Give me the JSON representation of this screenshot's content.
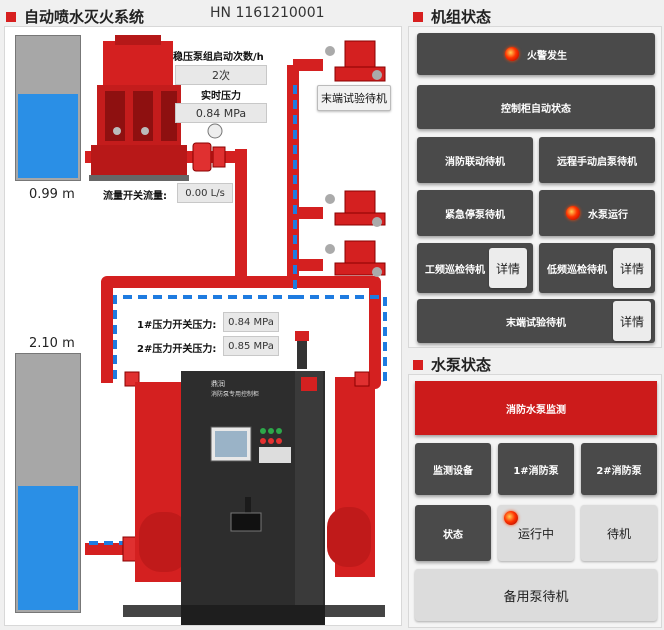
{
  "header": {
    "system_title": "自动喷水灭火系统",
    "hn_label": "HN",
    "hn_value": "1161210001",
    "unit_status_title": "机组状态",
    "pump_status_title": "水泵状态"
  },
  "diagram": {
    "tank_top_level": "0.99 m",
    "tank_bottom_level": "2.10 m",
    "stab_count_label": "稳压泵组启动次数/h",
    "stab_count_value": "2次",
    "realtime_pressure_label": "实时压力",
    "realtime_pressure_value": "0.84 MPa",
    "flow_switch_label": "流量开关流量:",
    "flow_switch_value": "0.00 L/s",
    "end_test_button": "末端试验待机",
    "p1_label": "1#压力开关压力:",
    "p1_value": "0.84 MPa",
    "p2_label": "2#压力开关压力:",
    "p2_value": "0.85 MPa",
    "cabinet_brand": "鼎润",
    "cabinet_subtitle": "消防泵专用控制柜"
  },
  "unit_status": {
    "fire_alarm": "火警发生",
    "auto_state": "控制柜自动状态",
    "linkage_standby": "消防联动待机",
    "remote_manual_standby": "远程手动启泵待机",
    "emergency_stop_standby": "紧急停泵待机",
    "pump_running": "水泵运行",
    "power_freq_patrol": "工频巡检待机",
    "low_freq_patrol": "低频巡检待机",
    "end_test": "末端试验待机",
    "detail": "详情"
  },
  "pump_status": {
    "monitor_bar": "消防水泵监测",
    "monitor_device": "监测设备",
    "pump1": "1#消防泵",
    "pump2": "2#消防泵",
    "state": "状态",
    "running": "运行中",
    "standby": "待机",
    "backup_standby": "备用泵待机"
  },
  "colors": {
    "accent": "#d71f1f",
    "pipe_red": "#d42020",
    "flow_blue": "#1e7be0",
    "water": "#2a8fe6",
    "dark_button": "#4a4a4a"
  }
}
